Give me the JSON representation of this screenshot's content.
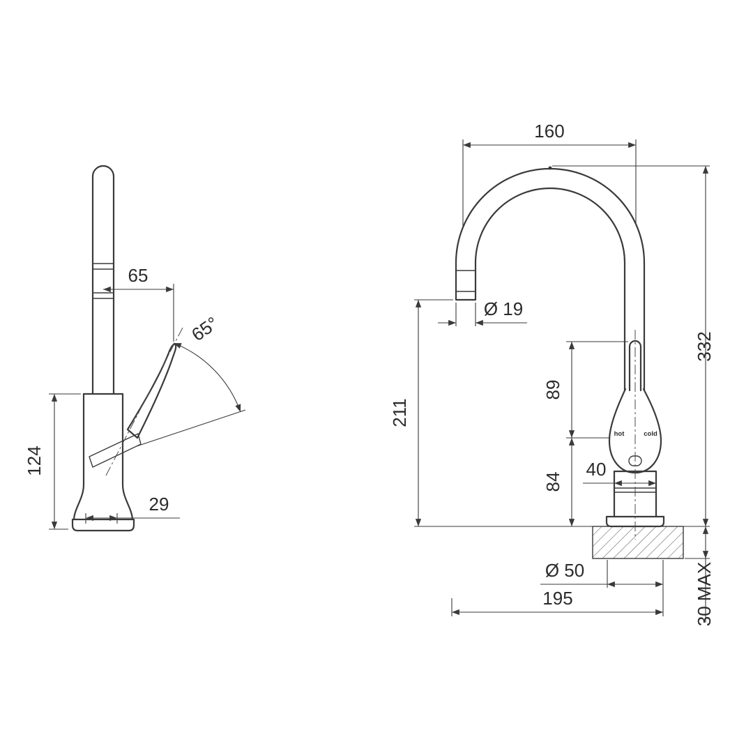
{
  "page": {
    "background": "#ffffff",
    "line_color": "#3a3a3a",
    "text_color": "#2b2b2b"
  },
  "side_view": {
    "dim_spout_to_handle": "65",
    "dim_handle_angle": "65°",
    "dim_body_height": "124",
    "dim_base_offset": "29"
  },
  "front_view": {
    "dim_spout_reach": "160",
    "dim_spout_diameter": "Ø 19",
    "dim_outlet_height": "211",
    "dim_overall_height": "332",
    "dim_handle_height": "89",
    "dim_body_height": "84",
    "dim_body_diameter": "40",
    "dim_base_diameter": "Ø 50",
    "dim_overall_depth": "195",
    "dim_bench_max": "30 MAX",
    "label_hot": "hot",
    "label_cold": "cold"
  }
}
